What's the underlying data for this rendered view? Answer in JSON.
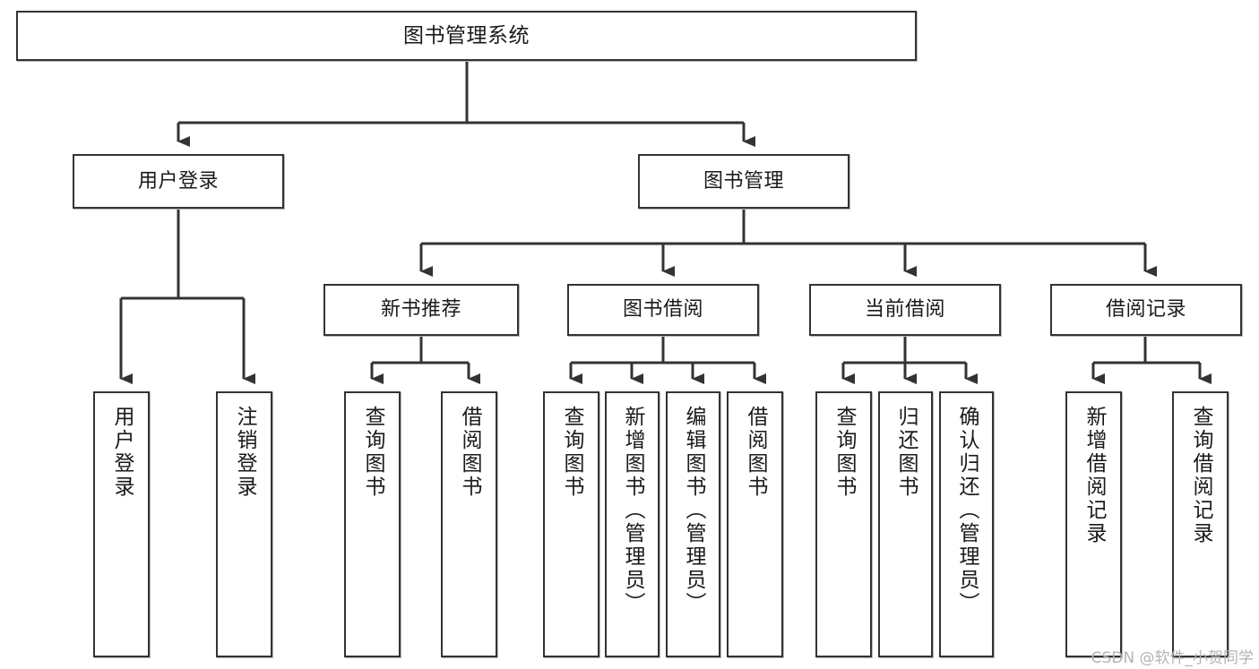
{
  "diagram": {
    "title": "图书管理系统",
    "type": "functional-structure-tree",
    "watermark": "CSDN @软件_小贺同学",
    "colors": {
      "node_border": "#333333",
      "node_fill": "#ffffff",
      "edge": "#333333",
      "text": "#1a1a1a",
      "watermark": "#b3b3b3",
      "background": "#ffffff"
    },
    "root": {
      "id": "root",
      "label": "图书管理系统"
    },
    "level2": [
      {
        "id": "user-login",
        "label": "用户登录"
      },
      {
        "id": "book-manage",
        "label": "图书管理"
      }
    ],
    "level3": [
      {
        "id": "new-book-rec",
        "label": "新书推荐"
      },
      {
        "id": "book-borrow",
        "label": "图书借阅"
      },
      {
        "id": "current-borrow",
        "label": "当前借阅"
      },
      {
        "id": "borrow-record",
        "label": "借阅记录"
      }
    ],
    "leaves": [
      {
        "id": "leaf-user-login",
        "label": "用户登录",
        "parent": "用户登录"
      },
      {
        "id": "leaf-user-logout",
        "label": "注销登录",
        "parent": "用户登录"
      },
      {
        "id": "leaf-query-book-1",
        "label": "查询图书",
        "parent": "新书推荐"
      },
      {
        "id": "leaf-borrow-book-1",
        "label": "借阅图书",
        "parent": "新书推荐"
      },
      {
        "id": "leaf-query-book-2",
        "label": "查询图书",
        "parent": "图书借阅"
      },
      {
        "id": "leaf-add-book",
        "label": "新增图书（管理员）",
        "parent": "图书借阅"
      },
      {
        "id": "leaf-edit-book",
        "label": "编辑图书（管理员）",
        "parent": "图书借阅"
      },
      {
        "id": "leaf-borrow-book-2",
        "label": "借阅图书",
        "parent": "图书借阅"
      },
      {
        "id": "leaf-query-book-3",
        "label": "查询图书",
        "parent": "当前借阅"
      },
      {
        "id": "leaf-return-book",
        "label": "归还图书",
        "parent": "当前借阅"
      },
      {
        "id": "leaf-confirm-return",
        "label": "确认归还（管理员）",
        "parent": "当前借阅"
      },
      {
        "id": "leaf-add-record",
        "label": "新增借阅记录",
        "parent": "借阅记录"
      },
      {
        "id": "leaf-query-record",
        "label": "查询借阅记录",
        "parent": "借阅记录"
      }
    ]
  }
}
